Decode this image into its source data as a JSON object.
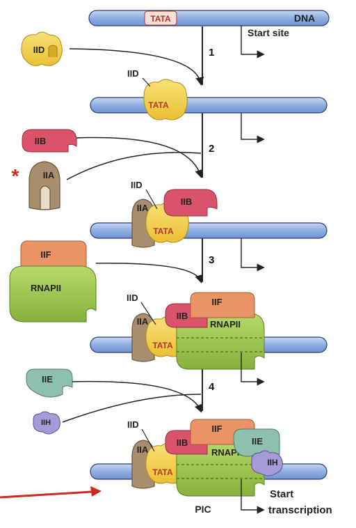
{
  "labels": {
    "dna": "DNA",
    "tata": "TATA",
    "start_site": "Start site",
    "iid": "IID",
    "iib": "IIB",
    "iia": "IIA",
    "iif": "IIF",
    "rnapii": "RNAPII",
    "iie": "IIE",
    "iih": "IIH",
    "pic": "PIC",
    "start": "Start",
    "transcription": "transcription",
    "asterisk": "*"
  },
  "steps": [
    "1",
    "2",
    "3",
    "4"
  ],
  "colors": {
    "dna_fill": "#9db8e6",
    "dna_stroke": "#2b3f7a",
    "iid": "#f2cf3c",
    "iib": "#d9546a",
    "iia": "#a88e6e",
    "iif": "#ea9466",
    "rnapii": "#98c34a",
    "iie": "#8fc0ad",
    "iih": "#a79ad8",
    "accent_red": "#cc2a22"
  }
}
